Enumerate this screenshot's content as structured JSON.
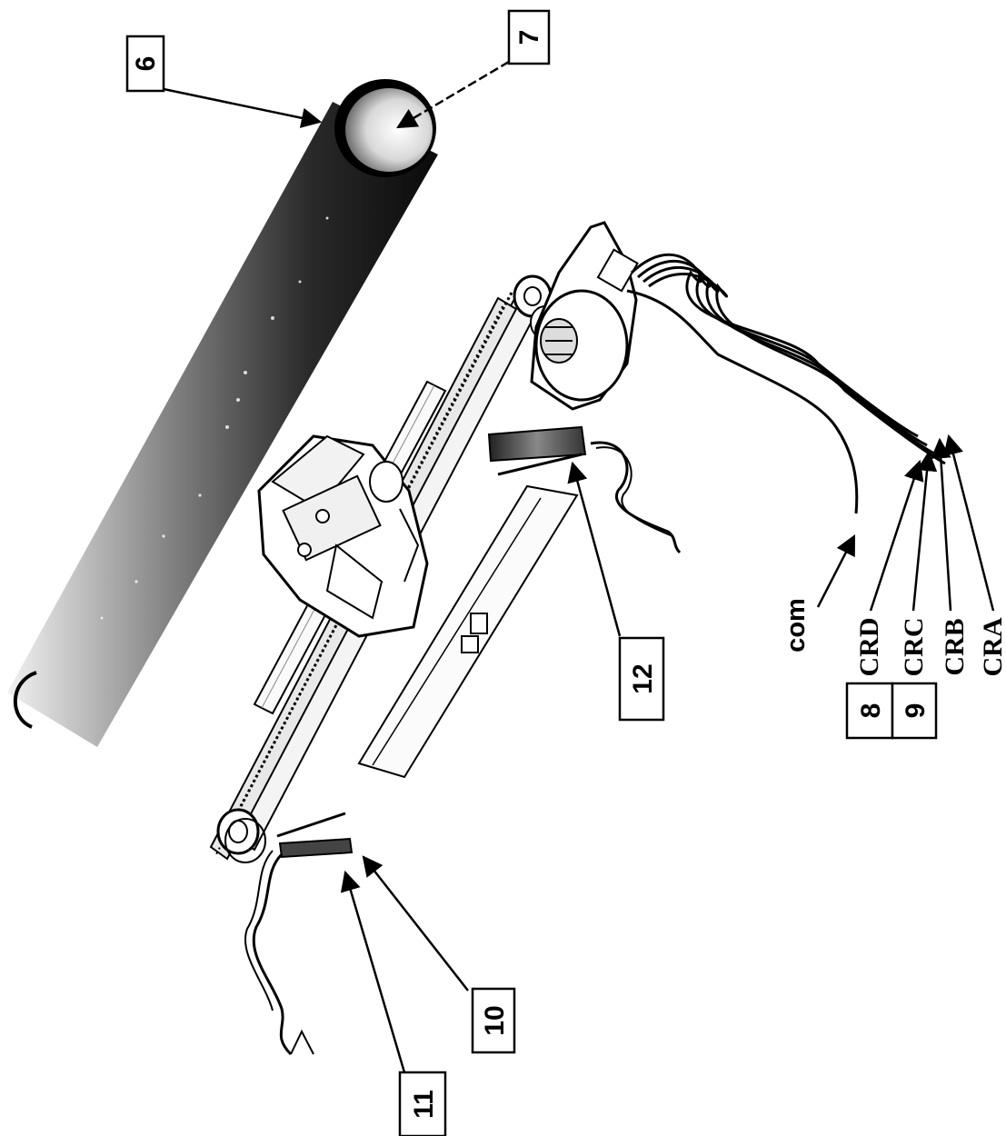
{
  "callouts": {
    "c6": "6",
    "c7": "7",
    "c8": "8",
    "c9": "9",
    "c10": "10",
    "c11": "11",
    "c12": "12"
  },
  "wire_labels": {
    "com": "com",
    "crd": "CRD",
    "crc": "CRC",
    "crb": "CRB",
    "cra": "CRA"
  }
}
